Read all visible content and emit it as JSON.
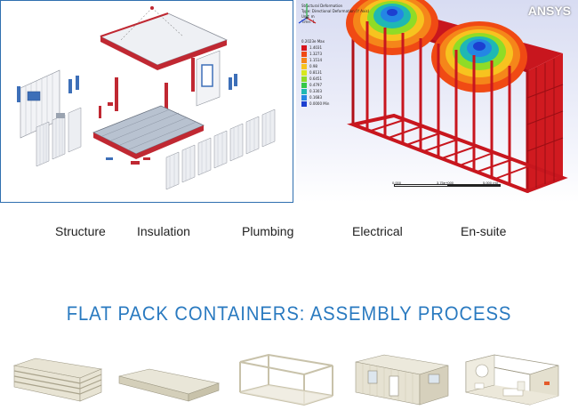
{
  "simulation": {
    "logo": "ANSYS",
    "info_lines": [
      "Structural Deformation",
      "Type: Directional Deformation (Y Axis)",
      "Unit: m",
      "Time: 1"
    ],
    "legend_title": "0.2023e Max",
    "legend_values": [
      "1.4031",
      "1.3273",
      "1.1514",
      "0.98",
      "0.8131",
      "0.6451",
      "0.4797",
      "0.3303",
      "0.1683",
      "0.0000 Min"
    ],
    "legend_colors": [
      "#d8141c",
      "#f04a14",
      "#f5861a",
      "#f7c31f",
      "#d8e71e",
      "#8fdc26",
      "#35c848",
      "#1fb8b3",
      "#2486e4",
      "#1c3fd0"
    ],
    "scale_labels": [
      "0.000",
      "3.75e+000",
      "5.000 (m)"
    ]
  },
  "steps": [
    "Structure",
    "Insulation",
    "Plumbing",
    "Electrical",
    "En-suite"
  ],
  "section_title": "FLAT PACK CONTAINERS: ASSEMBLY PROCESS"
}
